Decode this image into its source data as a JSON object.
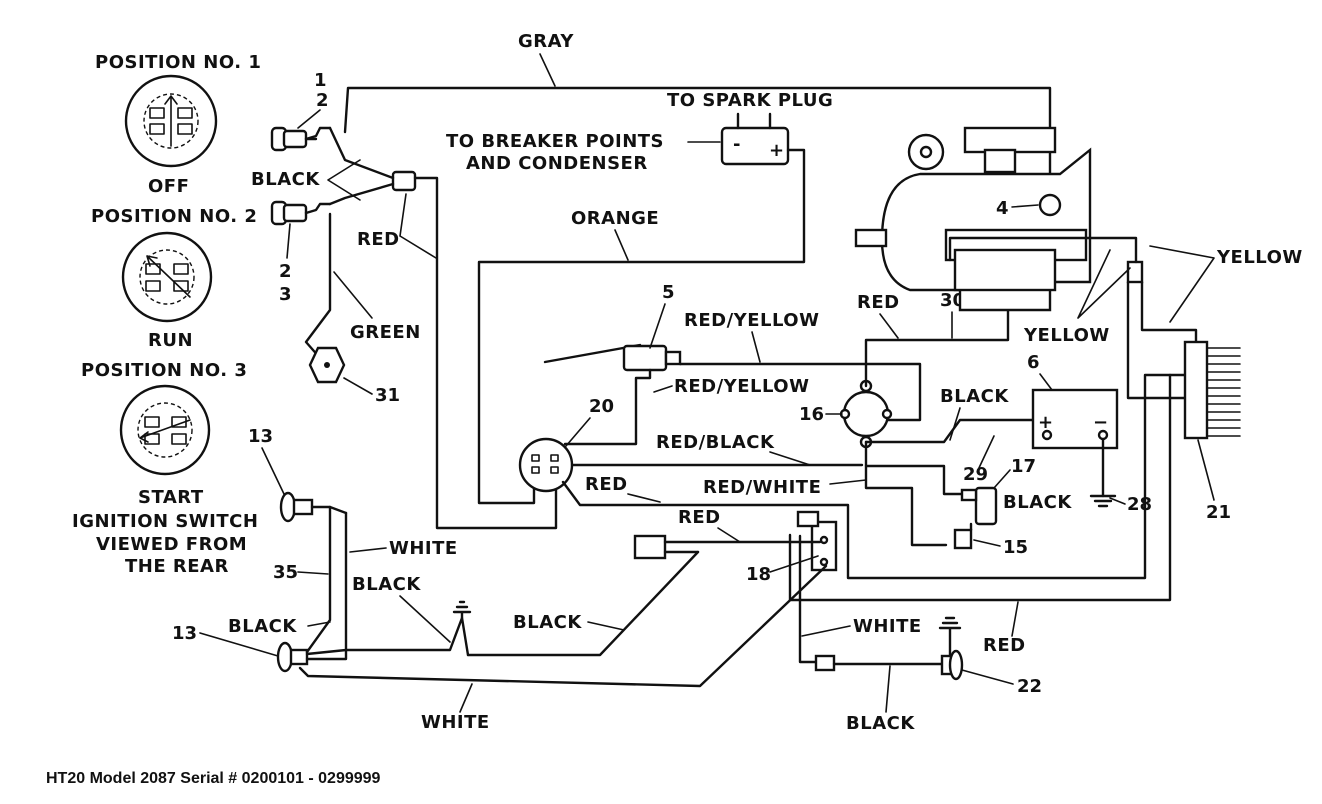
{
  "ignition_positions": [
    {
      "title": "POSITION NO. 1",
      "state": "OFF"
    },
    {
      "title": "POSITION NO. 2",
      "state": "RUN"
    },
    {
      "title": "POSITION NO. 3",
      "state": "START"
    }
  ],
  "switch_caption": [
    "IGNITION SWITCH",
    "VIEWED FROM",
    "THE REAR"
  ],
  "wire_labels": {
    "gray": "GRAY",
    "to_spark_plug": "TO SPARK PLUG",
    "to_breaker_1": "TO BREAKER POINTS",
    "to_breaker_2": "AND CONDENSER",
    "orange": "ORANGE",
    "black_top": "BLACK",
    "red_left": "RED",
    "green": "GREEN",
    "red_yellow_1": "RED/YELLOW",
    "red_yellow_2": "RED/YELLOW",
    "red_black": "RED/BLACK",
    "red_white": "RED/WHITE",
    "red_30": "RED",
    "yellow_right": "YELLOW",
    "yellow_mid": "YELLOW",
    "black_16": "BLACK",
    "black_28": "BLACK",
    "red_20": "RED",
    "red_18": "RED",
    "white_35": "WHITE",
    "black_35": "BLACK",
    "black_13": "BLACK",
    "black_mid": "BLACK",
    "white_22": "WHITE",
    "red_bottom": "RED",
    "white_bottom": "WHITE",
    "black_22": "BLACK"
  },
  "callouts": {
    "n1": "1",
    "n2a": "2",
    "n2b": "2",
    "n3": "3",
    "n4": "4",
    "n5": "5",
    "n6": "6",
    "n13a": "13",
    "n13b": "13",
    "n15": "15",
    "n16": "16",
    "n17": "17",
    "n18": "18",
    "n20": "20",
    "n21": "21",
    "n22": "22",
    "n28": "28",
    "n29": "29",
    "n30": "30",
    "n31": "31",
    "n35": "35"
  },
  "footer": "HT20 Model 2087 Serial # 0200101 - 0299999"
}
